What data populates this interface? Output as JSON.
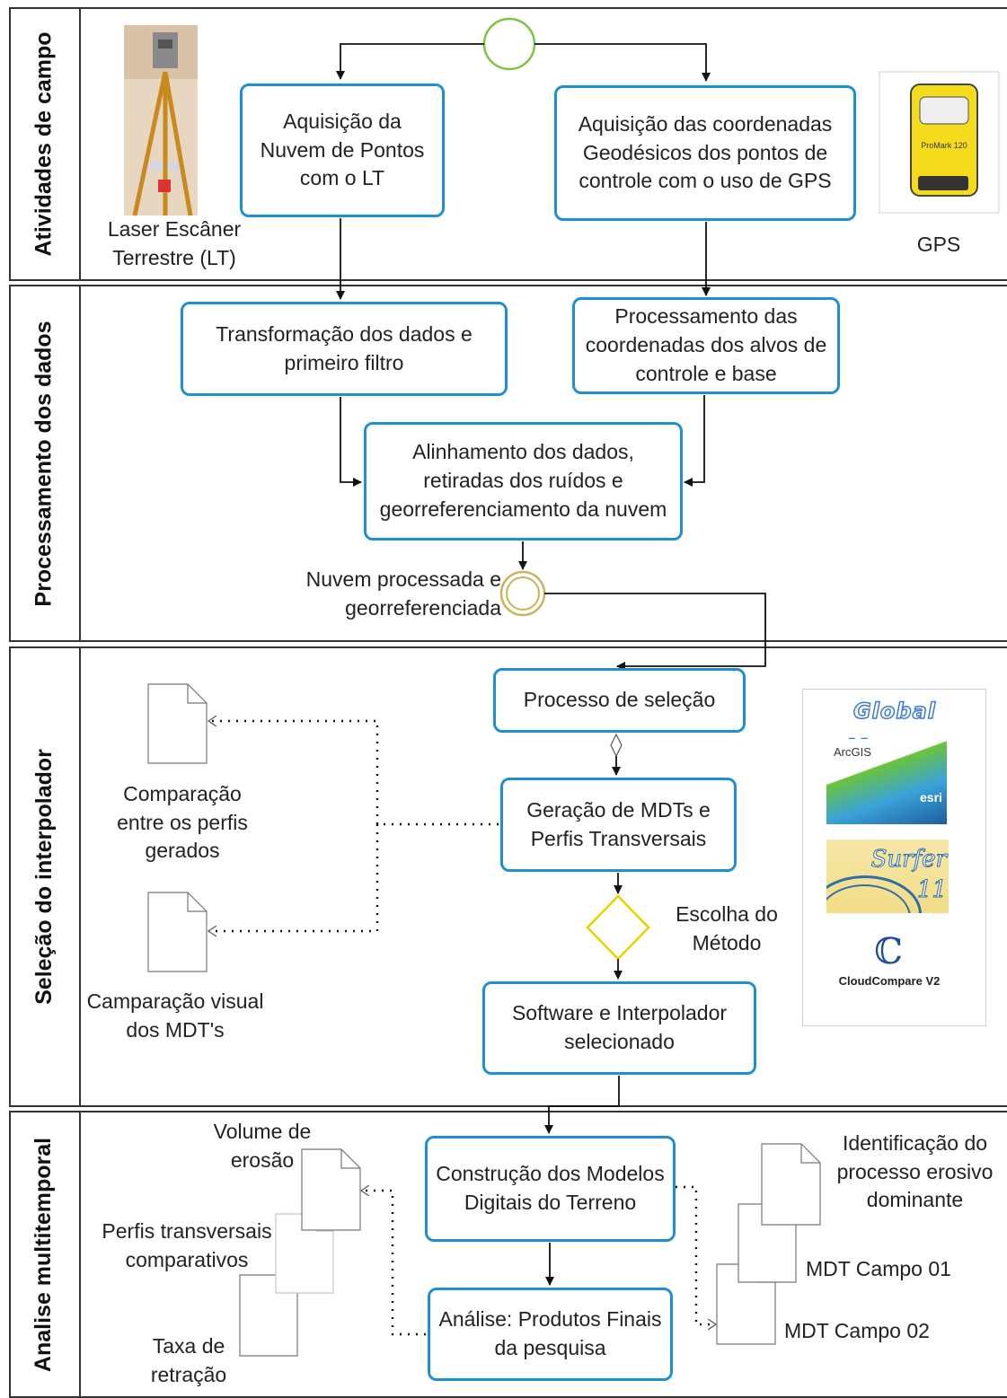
{
  "lanes": [
    {
      "label": "Atividades de campo"
    },
    {
      "label": "Processamento dos dados"
    },
    {
      "label": "Seleção do interpolador"
    },
    {
      "label": "Analise multitemporal"
    }
  ],
  "tasks": {
    "aquisicao_nuvem": "Aquisição da Nuvem de Pontos com o LT",
    "aquisicao_coord": "Aquisição das coordenadas Geodésicos dos pontos de controle com o uso de GPS",
    "transformacao": "Transformação dos dados e primeiro filtro",
    "processamento_coord": "Processamento das coordenadas dos alvos de controle e base",
    "alinhamento": "Alinhamento dos dados, retiradas dos ruídos e georreferenciamento da nuvem",
    "processo_selecao": "Processo de seleção",
    "geracao_mdts": "Geração de MDTs e Perfis Transversais",
    "software_interpolador": "Software e Interpolador selecionado",
    "construcao_modelos": "Construção dos Modelos Digitais do Terreno",
    "analise_produtos": "Análise: Produtos Finais da pesquisa"
  },
  "labels": {
    "laser_scanner": "Laser Escâner Terrestre (LT)",
    "gps": "GPS",
    "nuvem_processada": "Nuvem processada e georreferenciada",
    "comparacao_perfis": "Comparação entre os perfis gerados",
    "camparacao_visual": "Camparação visual dos MDT's",
    "escolha_metodo": "Escolha do Método",
    "volume_erosao": "Volume de erosão",
    "perfis_comparativos": "Perfis transversais comparativos",
    "taxa_retracao": "Taxa de retração",
    "identificacao_processo": "Identificação do processo erosivo dominante",
    "mdt_campo_01": "MDT Campo 01",
    "mdt_campo_02": "MDT Campo 02"
  },
  "software_logos": {
    "global_mapper": "Global Mapper",
    "arcgis": "ArcGIS",
    "esri": "esri",
    "surfer": "Surfer 11",
    "cloudcompare": "CloudCompare V2"
  },
  "gps_device_text": "ProMark 120",
  "colors": {
    "task_border": "#1e8fd0",
    "start_event": "#7cc540",
    "intermediate_event": "#c9b45a",
    "gateway": "#e3d400",
    "lane_border": "#333333"
  }
}
